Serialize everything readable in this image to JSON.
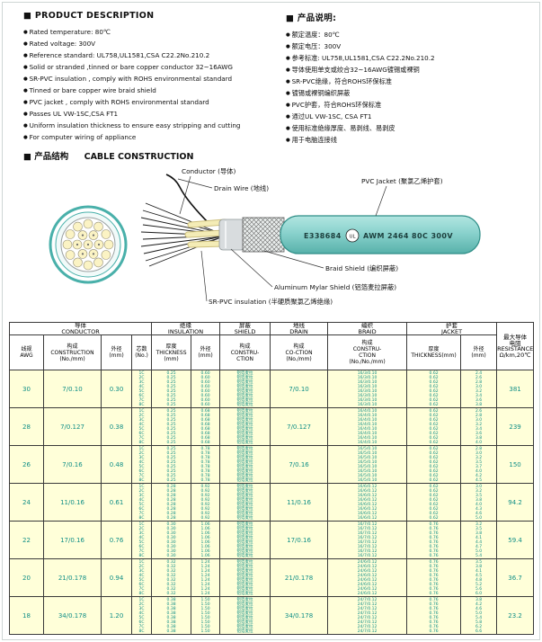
{
  "colors": {
    "teal_accent": "#49b0aa",
    "table_text": "#0f8e86",
    "row_bg": "#ffffd9",
    "jacket_teal": "#8ad2cd"
  },
  "product_description": {
    "title": "■ PRODUCT  DESCRIPTION",
    "items": [
      "Rated temperature: 80℃",
      "Rated voltage: 300V",
      "Reference standard: UL758,UL1581,CSA C22.2No.210.2",
      "Solid or stranded ,tinned or bare copper conductor 32~16AWG",
      "SR-PVC insulation , comply with ROHS environmental standard",
      "Tinned or bare copper wire braid shield",
      "PVC jacket , comply with ROHS environmental standard",
      "Passes UL VW-1SC,CSA FT1",
      "Uniform insulation thickness to ensure easy stripping and cutting",
      "For computer wiring of appliance"
    ]
  },
  "product_description_cn": {
    "title": "■ 产品说明:",
    "items": [
      "额定温度：80℃",
      "额定电压：300V",
      "参考标准: UL758,UL1581,CSA C22.2No.210.2",
      "导体使用单支或绞合32~16AWG镀锡或裸铜",
      "SR-PVC绝缘，符合ROHS环保标准",
      "镀锡或裸铜编织屏蔽",
      "PVC护套，符合ROHS环保标准",
      "通过UL VW-1SC, CSA FT1",
      "使用标准绝缘厚度、易剥线、易剥皮",
      "用于电脑连接线"
    ]
  },
  "construction_section": {
    "title_cn": "■ 产品结构",
    "title_en": "CABLE CONSTRUCTION",
    "print_code": "E338684",
    "print_ul": "UL",
    "print_spec": "AWM 2464 80C 300V",
    "callouts": {
      "conductor": "Conductor (导体)",
      "drain": "Drain Wire (地线)",
      "jacket": "PVC Jacket (聚氯乙烯护套)",
      "braid": "Braid Shield (编织屏蔽)",
      "mylar": "Aluminum Mylar Shield (铝箔麦拉屏蔽)",
      "insulation": "SR-PVC insulation (半硬质聚氯乙烯绝缘)"
    }
  },
  "table": {
    "groups": {
      "conductor": "导体\nCONDUCTOR",
      "insulation": "绝缘\nINSULATION",
      "shield": "屏蔽\nSHIELD",
      "drain": "地线\nDRAIN",
      "braid": "编织\nBRAID",
      "jacket": "护套\nJACKET"
    },
    "sub": {
      "awg": "线规\nAWG",
      "construction": "构成\nCONSTRUCTION\n(No./mm)",
      "od": "外径\n(mm)",
      "cores": "芯数\n(No.)",
      "ins_th": "厚度\nTHICKNESS\n(mm)",
      "ins_od": "外径\n(mm)",
      "shield": "构成\nCONSTRU-\nCTION",
      "drain": "构成\nCO-CTION\n(No./mm)",
      "braid": "构成\nCONSTRU-\nCTION\n(No./No./mm)",
      "jk_th": "厚度\nTHICKNESS(mm)",
      "jk_od": "外径\n(mm)"
    },
    "resistance_header": "最大导体\n电阻\nRESISTANCE\nΩ/km,20℃",
    "rows": [
      {
        "awg": "30",
        "construction": "7/0.10",
        "od": "0.30",
        "cores": "1C\n2C\n3C\n4C\n5C\n6C\n7C\n8C",
        "ins_th": "0.25\n0.25\n0.25\n0.25\n0.25\n0.25\n0.25\n0.25",
        "ins_od": "0.60\n0.60\n0.60\n0.60\n0.60\n0.60\n0.60\n0.60",
        "shield": "铝箔麦拉\n铝箔麦拉\n铝箔麦拉\n铝箔麦拉\n铝箔麦拉\n铝箔麦拉\n铝箔麦拉\n铝箔麦拉",
        "drain": "7/0.10",
        "braid": "16/3/0.10\n16/3/0.10\n16/3/0.10\n16/3/0.10\n16/3/0.10\n16/3/0.10\n16/3/0.10\n16/3/0.10",
        "jk_th": "0.62\n0.62\n0.62\n0.62\n0.62\n0.62\n0.62\n0.62",
        "jk_od": "2.4\n2.6\n2.8\n3.0\n3.2\n3.4\n3.6\n3.8",
        "resistance": "381"
      },
      {
        "awg": "28",
        "construction": "7/0.127",
        "od": "0.38",
        "cores": "1C\n2C\n3C\n4C\n5C\n6C\n7C\n8C",
        "ins_th": "0.25\n0.25\n0.25\n0.25\n0.25\n0.25\n0.25\n0.25",
        "ins_od": "0.68\n0.68\n0.68\n0.68\n0.68\n0.68\n0.68\n0.68",
        "shield": "铝箔麦拉\n铝箔麦拉\n铝箔麦拉\n铝箔麦拉\n铝箔麦拉\n铝箔麦拉\n铝箔麦拉\n铝箔麦拉",
        "drain": "7/0.127",
        "braid": "16/4/0.10\n16/4/0.10\n16/4/0.10\n16/4/0.10\n16/4/0.10\n16/4/0.10\n16/4/0.10\n16/4/0.10",
        "jk_th": "0.62\n0.62\n0.62\n0.62\n0.62\n0.62\n0.62\n0.62",
        "jk_od": "2.6\n2.8\n3.0\n3.2\n3.4\n3.6\n3.8\n4.0",
        "resistance": "239"
      },
      {
        "awg": "26",
        "construction": "7/0.16",
        "od": "0.48",
        "cores": "1C\n2C\n3C\n4C\n5C\n6C\n7C\n8C",
        "ins_th": "0.25\n0.25\n0.25\n0.25\n0.25\n0.25\n0.25\n0.25",
        "ins_od": "0.78\n0.78\n0.78\n0.78\n0.78\n0.78\n0.78\n0.78",
        "shield": "铝箔麦拉\n铝箔麦拉\n铝箔麦拉\n铝箔麦拉\n铝箔麦拉\n铝箔麦拉\n铝箔麦拉\n铝箔麦拉",
        "drain": "7/0.16",
        "braid": "16/5/0.10\n16/5/0.10\n16/5/0.10\n16/5/0.10\n16/5/0.10\n16/5/0.10\n16/5/0.10\n16/5/0.10",
        "jk_th": "0.62\n0.62\n0.62\n0.62\n0.62\n0.62\n0.62\n0.62",
        "jk_od": "2.8\n3.0\n3.2\n3.5\n3.7\n4.0\n4.2\n4.5",
        "resistance": "150"
      },
      {
        "awg": "24",
        "construction": "11/0.16",
        "od": "0.61",
        "cores": "1C\n2C\n3C\n4C\n5C\n6C\n7C\n8C",
        "ins_th": "0.28\n0.28\n0.28\n0.28\n0.28\n0.28\n0.28\n0.28",
        "ins_od": "0.92\n0.92\n0.92\n0.92\n0.92\n0.92\n0.92\n0.92",
        "shield": "铝箔麦拉\n铝箔麦拉\n铝箔麦拉\n铝箔麦拉\n铝箔麦拉\n铝箔麦拉\n铝箔麦拉\n铝箔麦拉",
        "drain": "11/0.16",
        "braid": "16/6/0.12\n16/6/0.12\n16/6/0.12\n16/6/0.12\n16/6/0.12\n16/6/0.12\n16/6/0.12\n16/6/0.12",
        "jk_th": "0.62\n0.62\n0.62\n0.62\n0.62\n0.62\n0.62\n0.62",
        "jk_od": "3.0\n3.2\n3.5\n3.8\n4.0\n4.3\n4.6\n5.0",
        "resistance": "94.2"
      },
      {
        "awg": "22",
        "construction": "17/0.16",
        "od": "0.76",
        "cores": "1C\n2C\n3C\n4C\n5C\n6C\n7C\n8C",
        "ins_th": "0.30\n0.30\n0.30\n0.30\n0.30\n0.30\n0.30\n0.30",
        "ins_od": "1.06\n1.06\n1.06\n1.06\n1.06\n1.06\n1.06\n1.06",
        "shield": "铝箔麦拉\n铝箔麦拉\n铝箔麦拉\n铝箔麦拉\n铝箔麦拉\n铝箔麦拉\n铝箔麦拉\n铝箔麦拉",
        "drain": "17/0.16",
        "braid": "16/7/0.12\n16/7/0.12\n16/7/0.12\n16/7/0.12\n16/7/0.12\n16/7/0.12\n16/7/0.12\n16/7/0.12",
        "jk_th": "0.76\n0.76\n0.76\n0.76\n0.76\n0.76\n0.76\n0.76",
        "jk_od": "3.2\n3.5\n3.8\n4.1\n4.4\n4.7\n5.0\n5.4",
        "resistance": "59.4"
      },
      {
        "awg": "20",
        "construction": "21/0.178",
        "od": "0.94",
        "cores": "1C\n2C\n3C\n4C\n5C\n6C\n7C\n8C",
        "ins_th": "0.32\n0.32\n0.32\n0.32\n0.32\n0.32\n0.32\n0.32",
        "ins_od": "1.24\n1.24\n1.24\n1.24\n1.24\n1.24\n1.24\n1.24",
        "shield": "铝箔麦拉\n铝箔麦拉\n铝箔麦拉\n铝箔麦拉\n铝箔麦拉\n铝箔麦拉\n铝箔麦拉\n铝箔麦拉",
        "drain": "21/0.178",
        "braid": "24/6/0.12\n24/6/0.12\n24/6/0.12\n24/6/0.12\n24/6/0.12\n24/6/0.12\n24/6/0.12\n24/6/0.12",
        "jk_th": "0.76\n0.76\n0.76\n0.76\n0.76\n0.76\n0.76\n0.76",
        "jk_od": "3.5\n3.8\n4.1\n4.5\n4.8\n5.2\n5.6\n6.0",
        "resistance": "36.7"
      },
      {
        "awg": "18",
        "construction": "34/0.178",
        "od": "1.20",
        "cores": "1C\n2C\n3C\n4C\n5C\n6C\n7C\n8C",
        "ins_th": "0.38\n0.38\n0.38\n0.38\n0.38\n0.38\n0.38\n0.38",
        "ins_od": "1.50\n1.50\n1.50\n1.50\n1.50\n1.50\n1.50\n1.50",
        "shield": "铝箔麦拉\n铝箔麦拉\n铝箔麦拉\n铝箔麦拉\n铝箔麦拉\n铝箔麦拉\n铝箔麦拉\n铝箔麦拉",
        "drain": "34/0.178",
        "braid": "24/7/0.12\n24/7/0.12\n24/7/0.12\n24/7/0.12\n24/7/0.12\n24/7/0.12\n24/7/0.12\n24/7/0.12",
        "jk_th": "0.76\n0.76\n0.76\n0.76\n0.76\n0.76\n0.76\n0.76",
        "jk_od": "3.8\n4.2\n4.6\n5.0\n5.4\n5.8\n6.2\n6.6",
        "resistance": "23.2"
      }
    ]
  }
}
